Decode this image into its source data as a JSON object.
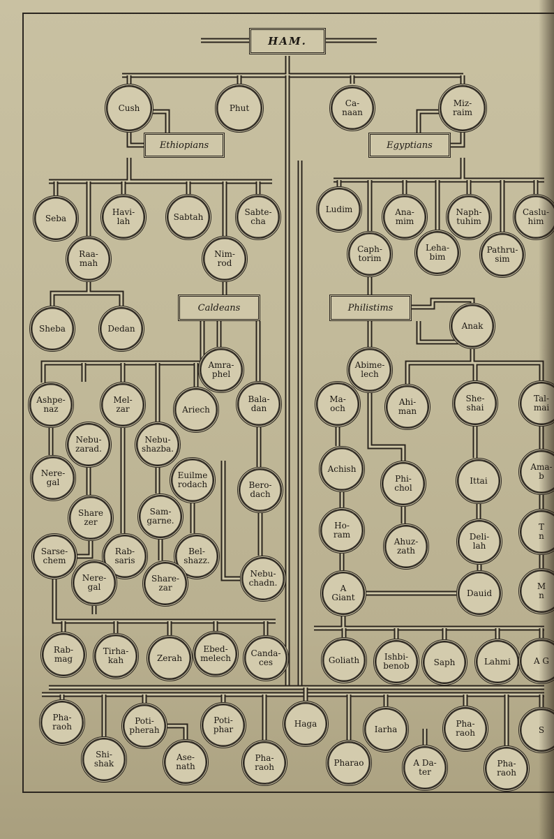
{
  "title": "HAM.",
  "banners": {
    "ethiopians": "Ethiopians",
    "egyptians": "Egyptians",
    "caldeans": "Caldeans",
    "philistims": "Philistims"
  },
  "nodes": {
    "cush": "Cush",
    "phut": "Phut",
    "canaan": "Ca-\nnaan",
    "mizraim": "Miz-\nraim",
    "seba": "Seba",
    "havilah": "Havi-\nlah",
    "sabtah": "Sabtah",
    "sabtecha": "Sabte-\ncha",
    "raamah": "Raa-\nmah",
    "nimrod": "Nim-\nrod",
    "sheba": "Sheba",
    "dedan": "Dedan",
    "ludim": "Ludim",
    "anamim": "Ana-\nmim",
    "naphtuhim": "Naph-\ntuhim",
    "casluhim": "Caslu-\nhim",
    "caphtorim": "Caph-\ntorim",
    "lehabim": "Leha-\nbim",
    "pathrusim": "Pathru-\nsim",
    "anak": "Anak",
    "amraphel": "Amra-\nphel",
    "abimelech": "Abime-\nlech",
    "ashpenaz": "Ashpe-\nnaz",
    "melzar": "Mel-\nzar",
    "ariech": "Ariech",
    "baladan": "Bala-\ndan",
    "maoch": "Ma-\noch",
    "ahiman": "Ahi-\nman",
    "shesai": "She-\nshai",
    "talmai": "Tal-\nmai",
    "nebuzaradan": "Nebu-\nzarad.",
    "nebushazban": "Nebu-\nshazba.",
    "nergal": "Nere-\ngal",
    "evilmerodach": "Euilme\nrodach",
    "berodach": "Bero-\ndach",
    "achish": "Achish",
    "phichol": "Phi-\nchol",
    "ittai": "Ittai",
    "amalek": "Ama-\nb",
    "sharezer1": "Share\nzer",
    "samgarne": "Sam-\ngarne.",
    "horam": "Ho-\nram",
    "ahuzzath": "Ahuz-\nzath",
    "delilah": "Deli-\nlah",
    "t2": "T\nn",
    "sarsechim": "Sarse-\nchem",
    "rabsaris": "Rab-\nsaris",
    "belshazzar": "Bel-\nshazz.",
    "nebuchadn": "Nebu-\nchadn.",
    "agiant": "A\nGiant",
    "david": "Dauid",
    "m2": "M\nn",
    "nergal2": "Nere-\ngal",
    "sharezer2": "Share-\nzar",
    "rabmag": "Rab-\nmag",
    "tirhakah": "Tirha-\nkah",
    "zerah": "Zerah",
    "ebedmelech": "Ebed-\nmelech",
    "candaces": "Canda-\nces",
    "goliath": "Goliath",
    "ishbibenob": "Ishbi-\nbenob",
    "saph": "Saph",
    "lahmi": "Lahmi",
    "ag": "A G",
    "pharaoh1": "Pha-\nraoh",
    "potipherah": "Poti-\npherah",
    "potiphar": "Poti-\nphar",
    "hagar": "Haga",
    "jarha": "Iarha",
    "pharaoh_r": "Pha-\nraoh",
    "s_right": "S",
    "shishak": "Shi-\nshak",
    "asenath": "Ase-\nnath",
    "pharaoh2": "Pha-\nraoh",
    "pharao": "Pharao",
    "adater": "A Da-\nter",
    "pharaoh3": "Pha-\nraoh"
  }
}
